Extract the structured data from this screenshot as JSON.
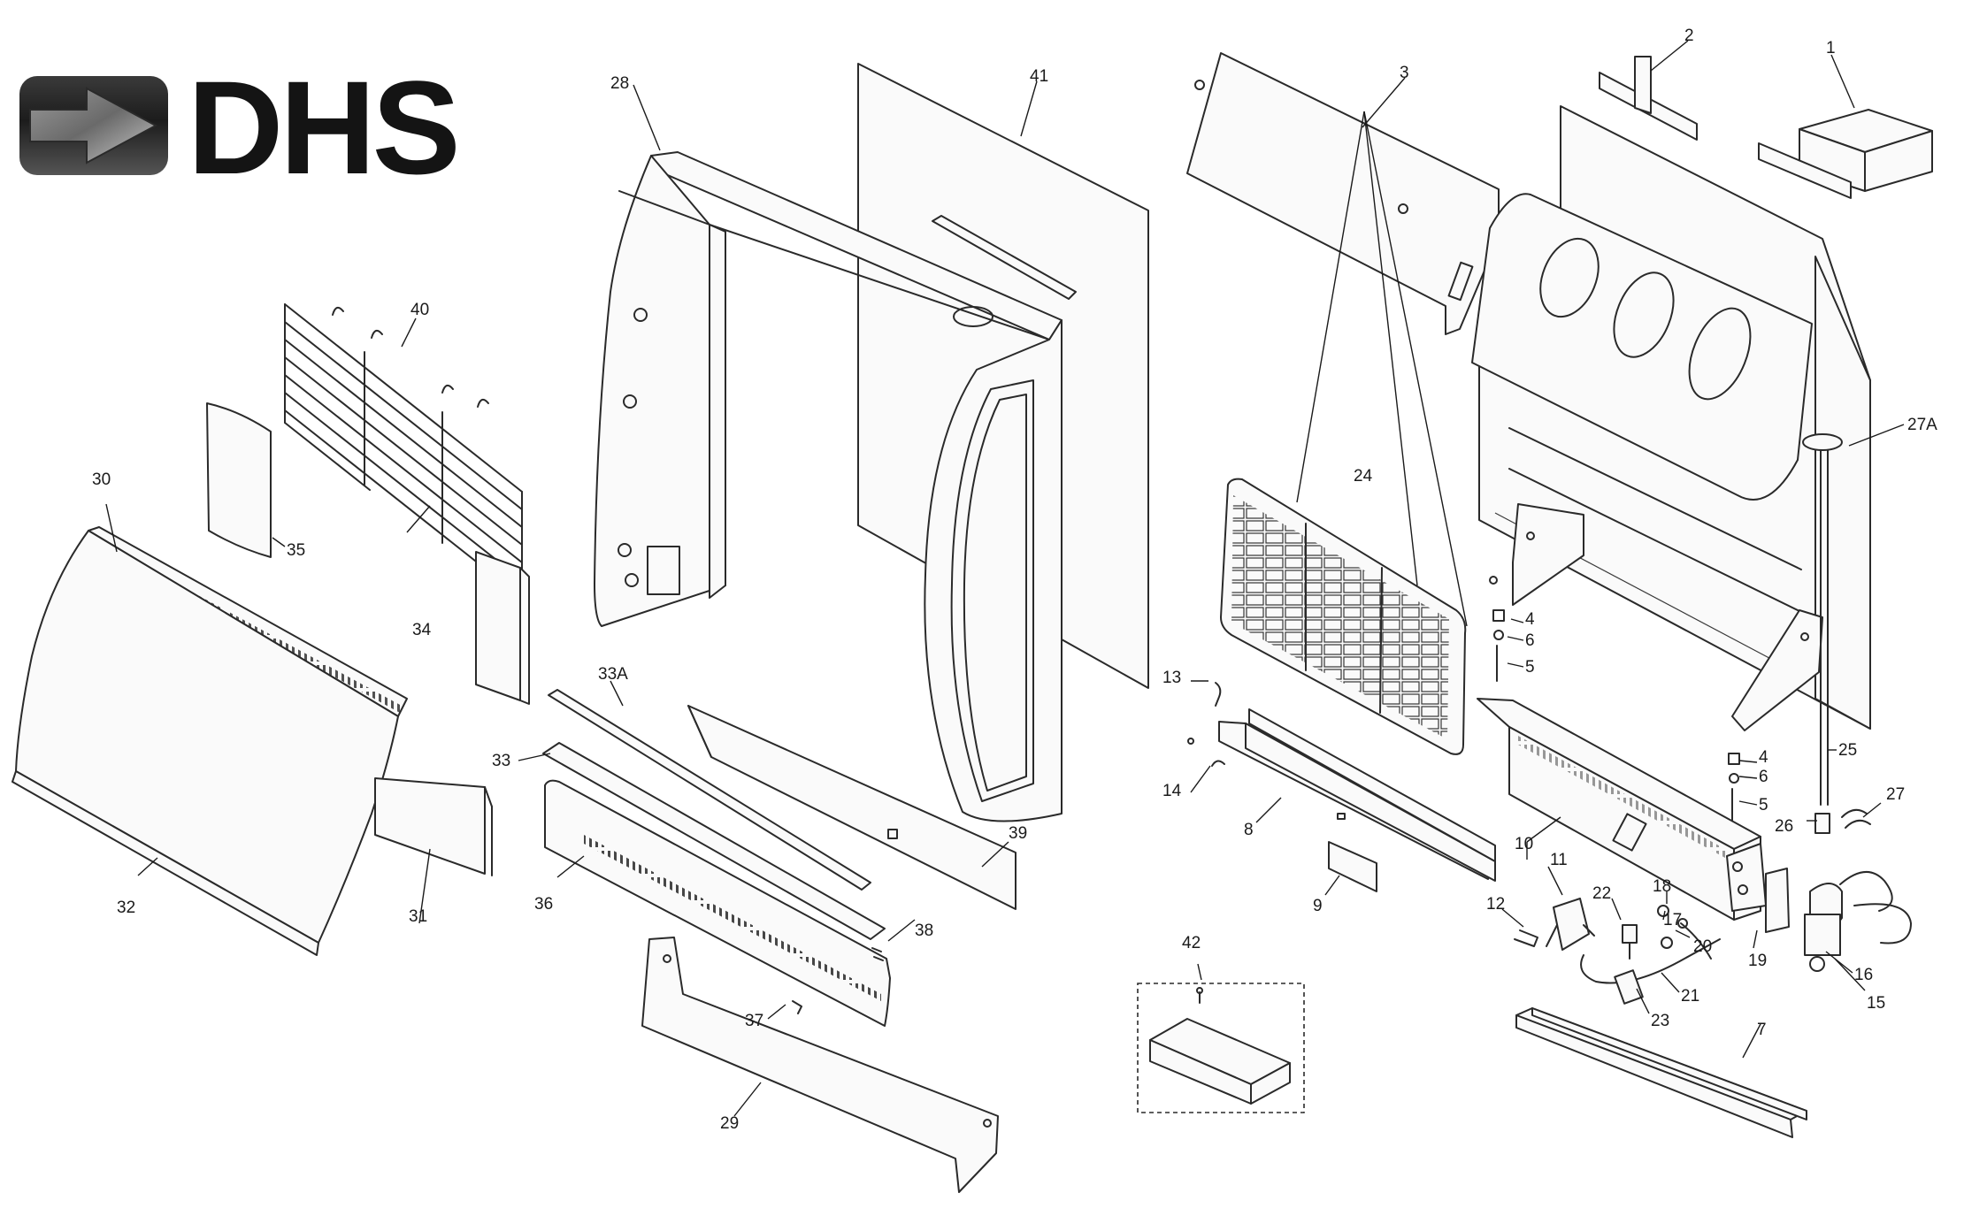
{
  "logo": {
    "text": "DHS"
  },
  "callouts": [
    {
      "id": "c1",
      "text": "1"
    },
    {
      "id": "c2",
      "text": "2"
    },
    {
      "id": "c3",
      "text": "3"
    },
    {
      "id": "c4a",
      "text": "4"
    },
    {
      "id": "c4b",
      "text": "4"
    },
    {
      "id": "c5a",
      "text": "5"
    },
    {
      "id": "c5b",
      "text": "5"
    },
    {
      "id": "c6a",
      "text": "6"
    },
    {
      "id": "c6b",
      "text": "6"
    },
    {
      "id": "c7",
      "text": "7"
    },
    {
      "id": "c8",
      "text": "8"
    },
    {
      "id": "c9",
      "text": "9"
    },
    {
      "id": "c10",
      "text": "10"
    },
    {
      "id": "c11",
      "text": "11"
    },
    {
      "id": "c12",
      "text": "12"
    },
    {
      "id": "c13",
      "text": "13"
    },
    {
      "id": "c14",
      "text": "14"
    },
    {
      "id": "c15",
      "text": "15"
    },
    {
      "id": "c16",
      "text": "16"
    },
    {
      "id": "c17",
      "text": "17"
    },
    {
      "id": "c18",
      "text": "18"
    },
    {
      "id": "c19",
      "text": "19"
    },
    {
      "id": "c20",
      "text": "20"
    },
    {
      "id": "c21",
      "text": "21"
    },
    {
      "id": "c22",
      "text": "22"
    },
    {
      "id": "c23",
      "text": "23"
    },
    {
      "id": "c24",
      "text": "24"
    },
    {
      "id": "c25",
      "text": "25"
    },
    {
      "id": "c26",
      "text": "26"
    },
    {
      "id": "c27",
      "text": "27"
    },
    {
      "id": "c27a",
      "text": "27A"
    },
    {
      "id": "c28",
      "text": "28"
    },
    {
      "id": "c29",
      "text": "29"
    },
    {
      "id": "c30",
      "text": "30"
    },
    {
      "id": "c31",
      "text": "31"
    },
    {
      "id": "c32",
      "text": "32"
    },
    {
      "id": "c33",
      "text": "33"
    },
    {
      "id": "c33a",
      "text": "33A"
    },
    {
      "id": "c34",
      "text": "34"
    },
    {
      "id": "c35",
      "text": "35"
    },
    {
      "id": "c36",
      "text": "36"
    },
    {
      "id": "c37",
      "text": "37"
    },
    {
      "id": "c38",
      "text": "38"
    },
    {
      "id": "c39",
      "text": "39"
    },
    {
      "id": "c40",
      "text": "40"
    },
    {
      "id": "c41",
      "text": "41"
    },
    {
      "id": "c42",
      "text": "42"
    }
  ]
}
